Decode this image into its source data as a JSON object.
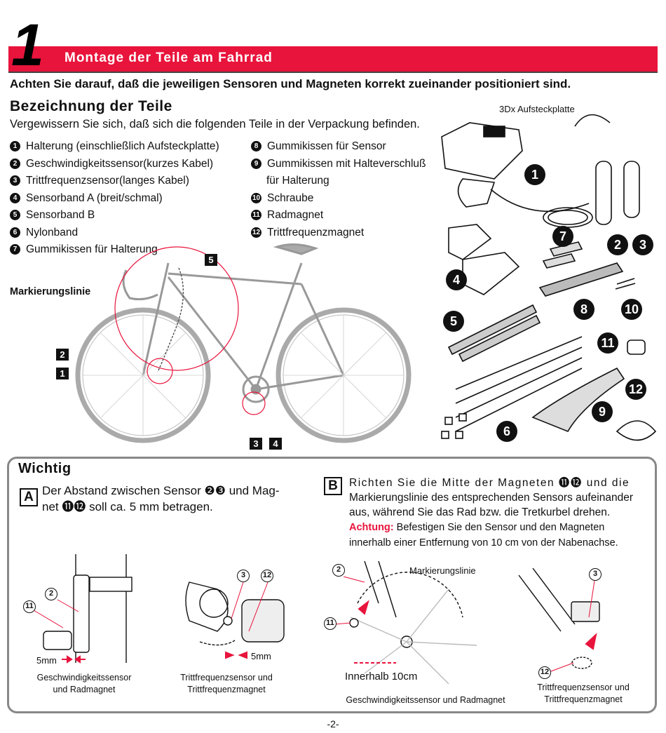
{
  "header": {
    "section_number": "1",
    "title": "Montage der Teile am Fahrrad",
    "warning": "Achten Sie darauf, daß die jeweiligen Sensoren und Magneten korrekt zueinander positioniert sind."
  },
  "parts": {
    "heading": "Bezeichnung der Teile",
    "intro": "Vergewissern Sie sich, daß sich die folgenden Teile in der Verpackung befinden.",
    "left_column": [
      {
        "num": "1",
        "label": "Halterung (einschließlich Aufsteckplatte)"
      },
      {
        "num": "2",
        "label": "Geschwindigkeitssensor(kurzes Kabel)"
      },
      {
        "num": "3",
        "label": "Trittfrequenzsensor(langes Kabel)"
      },
      {
        "num": "4",
        "label": "Sensorband A (breit/schmal)"
      },
      {
        "num": "5",
        "label": "Sensorband B"
      },
      {
        "num": "6",
        "label": "Nylonband"
      },
      {
        "num": "7",
        "label": "Gummikissen für Halterung"
      }
    ],
    "right_column": [
      {
        "num": "8",
        "label": "Gummikissen für Sensor"
      },
      {
        "num": "9",
        "label": "Gummikissen mit Halteverschluß",
        "continuation": "für Halterung"
      },
      {
        "num": "10",
        "label": "Schraube"
      },
      {
        "num": "11",
        "label": "Radmagnet"
      },
      {
        "num": "12",
        "label": "Trittfrequenzmagnet"
      }
    ]
  },
  "illustration": {
    "aufsteck_label": "3Dx Aufsteckplatte",
    "markierung_label": "Markierungslinie",
    "bike_labels": [
      "5",
      "2",
      "1",
      "3",
      "4"
    ],
    "part_badges": [
      "1",
      "7",
      "2",
      "3",
      "4",
      "8",
      "10",
      "5",
      "11",
      "12",
      "9",
      "6"
    ]
  },
  "wichtig": {
    "title": "Wichtig",
    "note_a": {
      "letter": "A",
      "line1": "Der Abstand zwischen Sensor ❷❸ und Mag-",
      "line2": "net ⓫⓬ soll ca. 5 mm betragen."
    },
    "note_b": {
      "letter": "B",
      "line1": "Richten Sie die Mitte der Magneten ⓫⓬ und die",
      "line2": "Markierungslinie des entsprechenden Sensors aufeinander",
      "line3": "aus, während Sie das Rad bzw. die Tretkurbel drehen.",
      "achtung_label": "Achtung:",
      "achtung_text": " Befestigen Sie den Sensor und  den Magneten",
      "line5": "innerhalb einer Entfernung von 10 cm von der Nabenachse."
    },
    "diagrams": {
      "speed_caption_1": "Geschwindigkeitssensor",
      "speed_caption_2": "und Radmagnet",
      "cadence_caption_1": "Trittfrequenzsensor und",
      "cadence_caption_2": "Trittfrequenzmagnet",
      "gap_5mm": "5mm",
      "gap_5mm_b": "5mm",
      "markierung": "Markierungslinie",
      "innerhalb": "Innerhalb 10cm",
      "speed_caption_b": "Geschwindigkeitssensor und Radmagnet",
      "cadence_caption_b1": "Trittfrequenzsensor und",
      "cadence_caption_b2": "Trittfrequenzmagnet",
      "ring_2": "2",
      "ring_11": "11",
      "ring_3": "3",
      "ring_12": "12",
      "ring_2b": "2",
      "ring_11b": "11",
      "ring_3b": "3",
      "ring_12b": "12"
    }
  },
  "footer": {
    "page": "-2-"
  },
  "colors": {
    "accent": "#e8143c",
    "ink": "#111111",
    "box_border": "#888888",
    "pink_circle": "#e8143c"
  }
}
